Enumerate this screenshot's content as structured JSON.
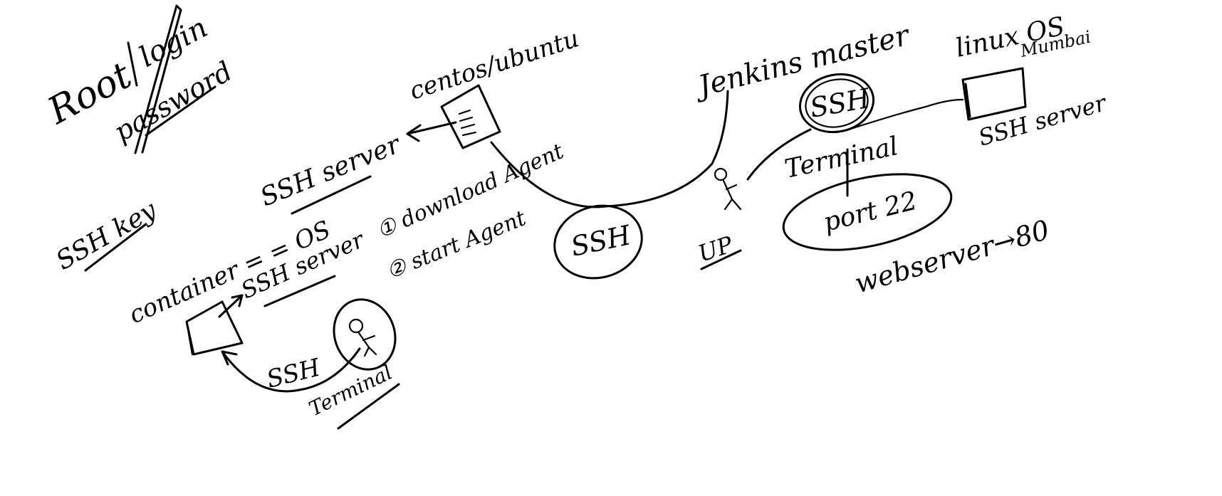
{
  "notes": {
    "root": "Root",
    "login": "login",
    "password": "password",
    "centos_ubuntu": "centos/ubuntu",
    "ssh_server_1": "SSH server",
    "ssh_key": "SSH key",
    "container_os": "container = = OS",
    "ssh_server_2": "SSH server",
    "download_agent": "① download Agent",
    "start_agent": "② start Agent",
    "ssh_middle": "SSH",
    "ssh_bottom": "SSH",
    "terminal_bottom": "Terminal",
    "jenkins_master": "Jenkins master",
    "ssh_circle": "SSH",
    "terminal_right": "Terminal",
    "port_22": "port 22",
    "linux_os": "linux OS",
    "mumbai": "Mumbai",
    "ssh_server_3": "SSH server",
    "up": "UP",
    "webserver": "webserver→80"
  },
  "colors": {
    "ink": "#000000",
    "background": "#ffffff"
  }
}
